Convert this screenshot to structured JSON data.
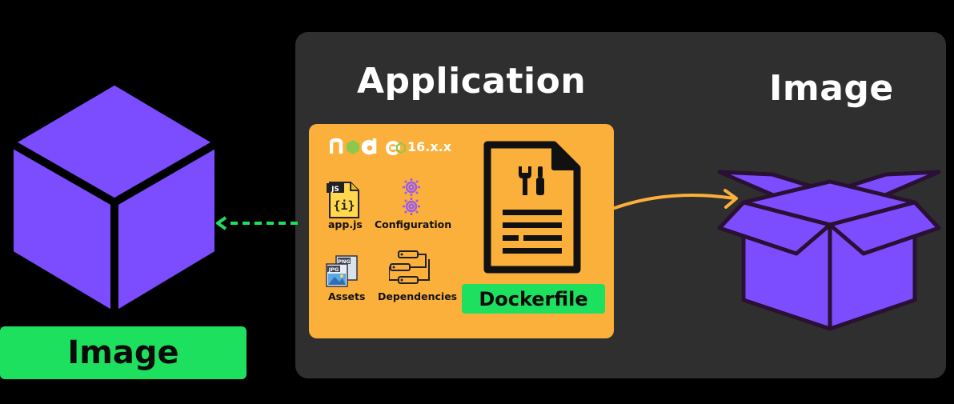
{
  "colors": {
    "background": "#000000",
    "panel": "#2f2f2f",
    "app_card": "#fbb03b",
    "badge_green": "#1ee05f",
    "cube_purple": "#7c4dff",
    "arrow_orange": "#fbb03b",
    "arrow_green": "#1ee05f"
  },
  "left": {
    "badge_label": "Image",
    "icon": "cube-icon"
  },
  "panel": {
    "application_title": "Application",
    "image_title": "Image"
  },
  "app": {
    "node_logo": "node",
    "node_version": "16.x.x",
    "items": [
      {
        "label": "app.js",
        "icon": "js-file-icon"
      },
      {
        "label": "Configuration",
        "icon": "gears-icon"
      },
      {
        "label": "Assets",
        "icon": "image-files-icon"
      },
      {
        "label": "Dependencies",
        "icon": "dependency-tree-icon"
      }
    ],
    "dockerfile_label": "Dockerfile",
    "dockerfile_icon": "document-tools-icon"
  },
  "right": {
    "icon": "open-box-icon"
  }
}
